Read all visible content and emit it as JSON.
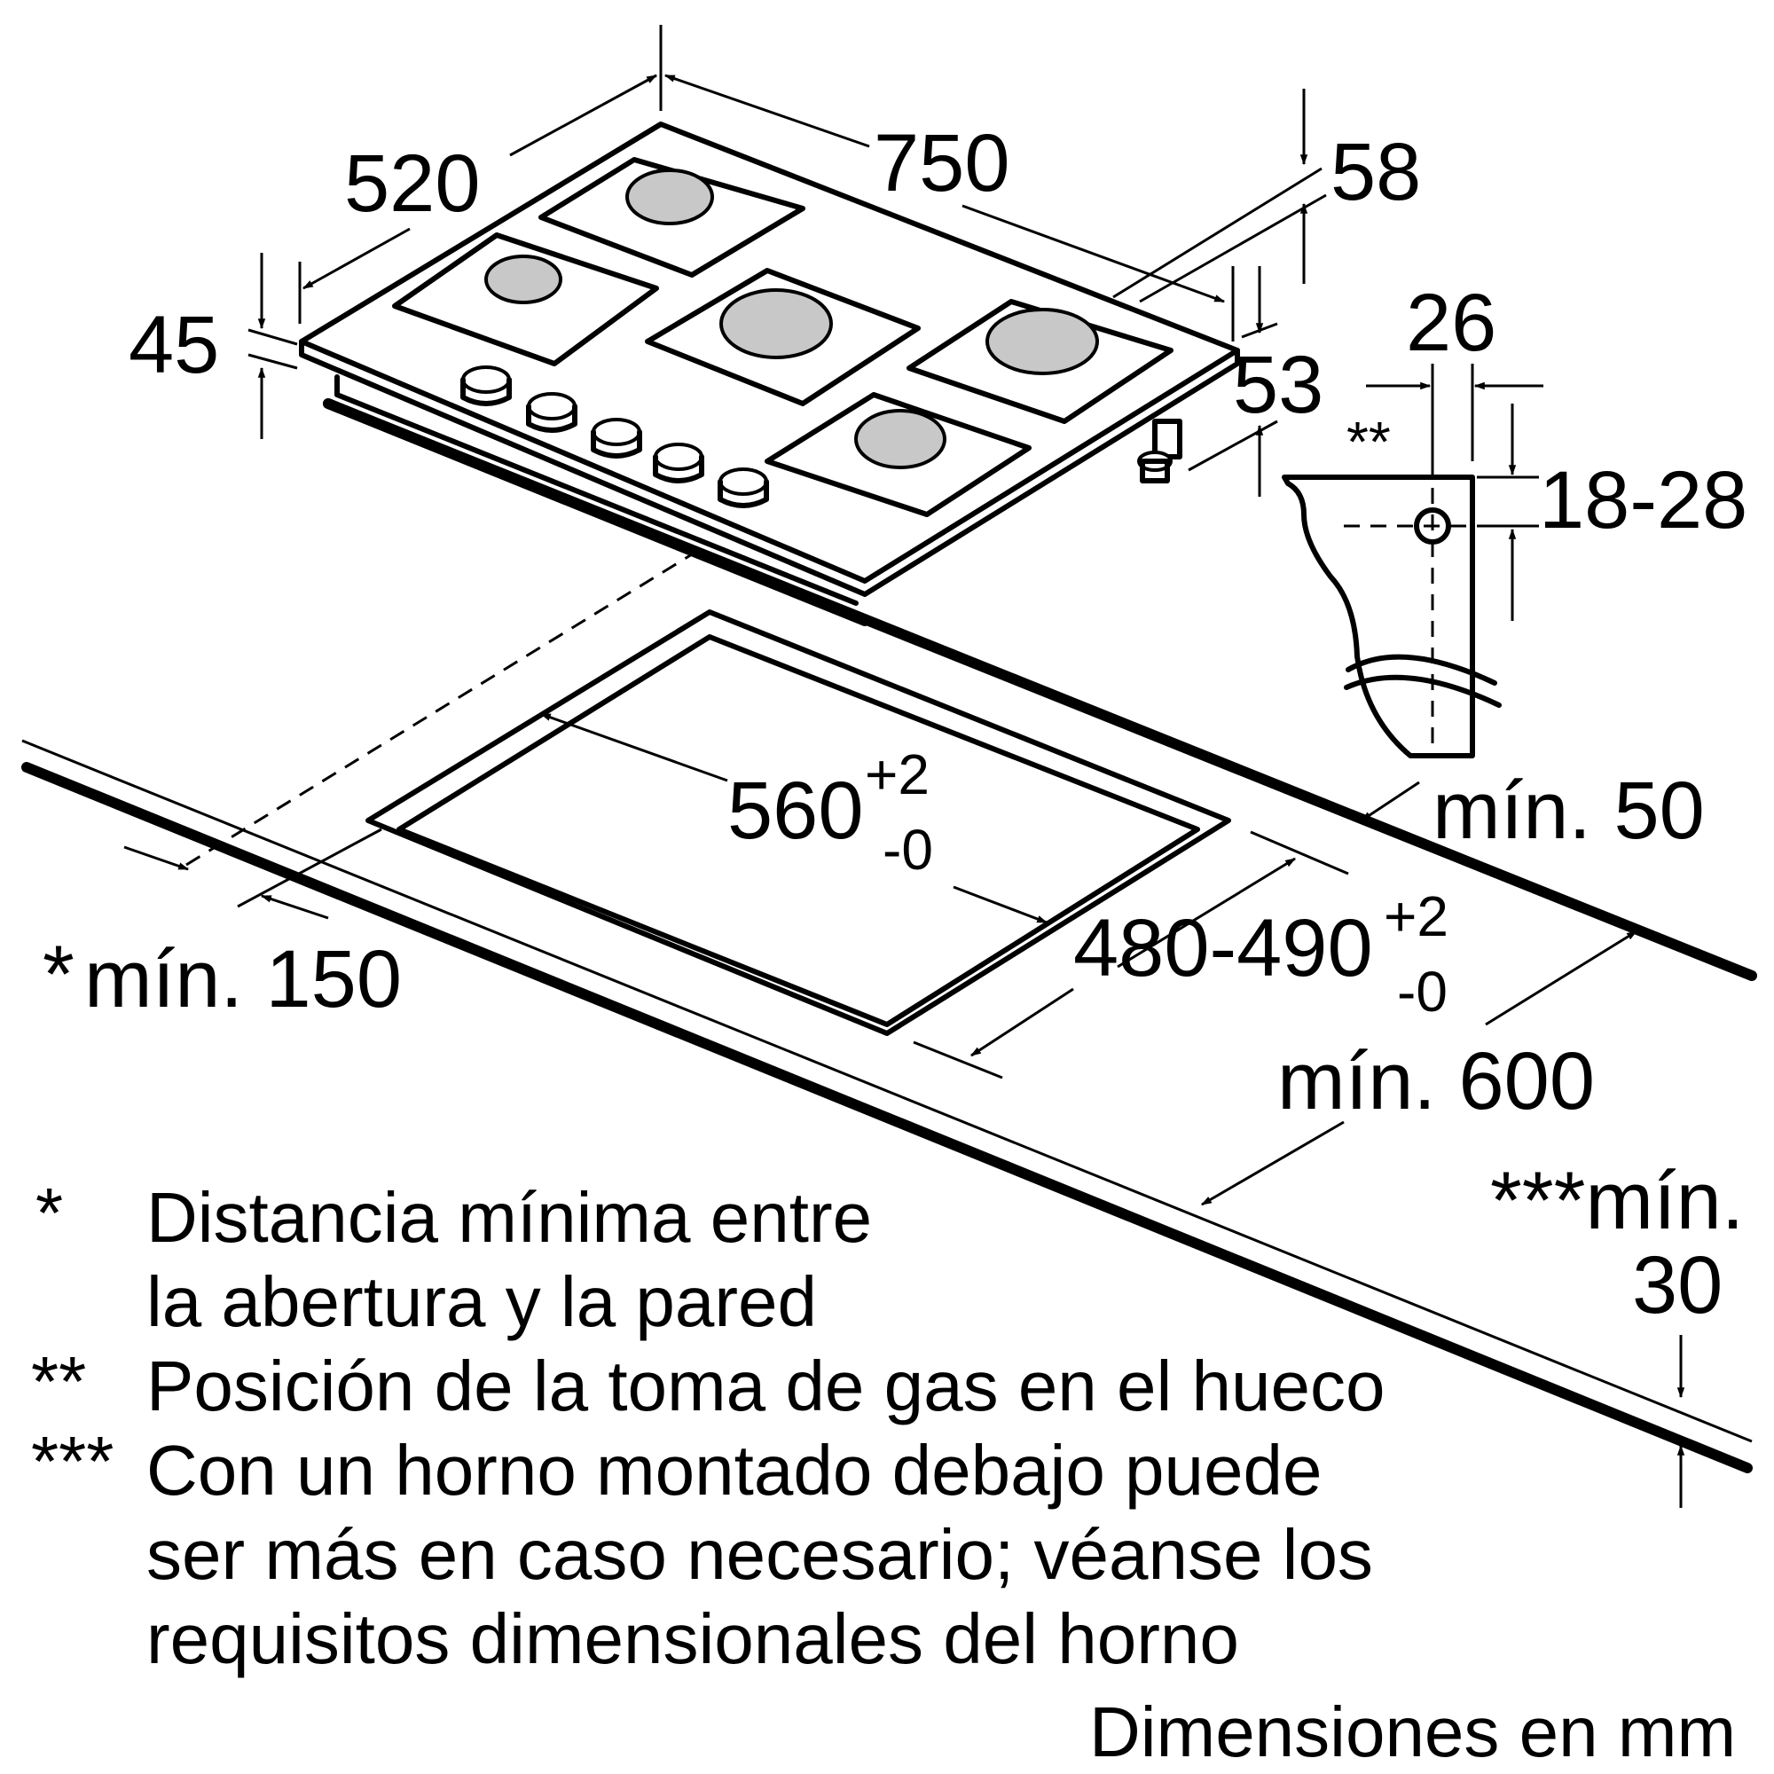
{
  "dimensions": {
    "width_750": "750",
    "depth_520": "520",
    "height_45": "45",
    "height_58": "58",
    "height_53": "53",
    "gas_26": "26",
    "gas_double_star": "**",
    "gas_18_28": "18-28",
    "min_50": "mín. 50",
    "cutout_width": "560",
    "cutout_width_tol_plus": "+2",
    "cutout_width_tol_minus": "-0",
    "cutout_depth": "480-490",
    "cutout_depth_tol_plus": "+2",
    "cutout_depth_tol_minus": "-0",
    "min_150_star": "*",
    "min_150": "mín. 150",
    "min_600": "mín. 600",
    "min_30_stars": "***mín.",
    "min_30_value": "30"
  },
  "notes": [
    {
      "marker": "*",
      "lines": [
        "Distancia mínima entre",
        "la abertura y la pared"
      ]
    },
    {
      "marker": "**",
      "lines": [
        "Posición de la toma de gas en el hueco"
      ]
    },
    {
      "marker": "***",
      "lines": [
        "Con un horno montado debajo puede",
        "ser más en caso necesario; véanse los",
        "requisitos dimensionales del horno"
      ]
    }
  ],
  "units_label": "Dimensiones en mm"
}
